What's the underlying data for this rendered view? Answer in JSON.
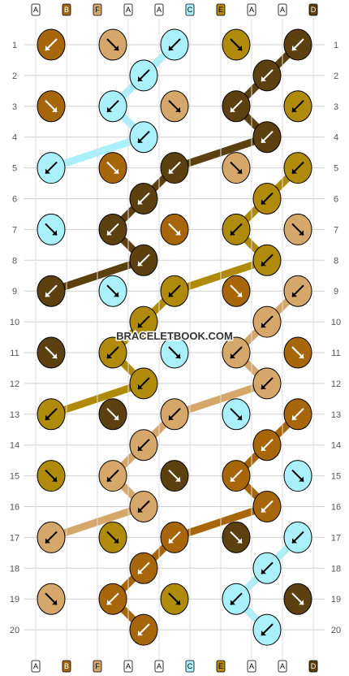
{
  "watermark": "BRACELETBOOK.COM",
  "strands": [
    "A",
    "B",
    "F",
    "A",
    "A",
    "C",
    "E",
    "A",
    "A",
    "D"
  ],
  "colors": {
    "A": "#ffffff",
    "B": "#a8660a",
    "C": "#aaf0fa",
    "D": "#5c4010",
    "E": "#b08a0a",
    "F": "#d6a76a",
    "outline": "#000000"
  },
  "rows": [
    {
      "n": 1,
      "knots": [
        {
          "c": "B",
          "d": "sw"
        },
        {
          "c": "F",
          "d": "se"
        },
        {
          "c": "C",
          "d": "sw"
        },
        {
          "c": "E",
          "d": "se"
        },
        {
          "c": "D",
          "d": "sw"
        }
      ]
    },
    {
      "n": 2,
      "knots": [
        {
          "c": "C",
          "d": "sw"
        },
        {
          "c": "D",
          "d": "sw"
        }
      ]
    },
    {
      "n": 3,
      "knots": [
        {
          "c": "B",
          "d": "se"
        },
        {
          "c": "C",
          "d": "sw"
        },
        {
          "c": "F",
          "d": "se"
        },
        {
          "c": "D",
          "d": "sw"
        },
        {
          "c": "E",
          "d": "sw"
        }
      ]
    },
    {
      "n": 4,
      "knots": [
        {
          "c": "C",
          "d": "sw"
        },
        {
          "c": "D",
          "d": "sw"
        }
      ]
    },
    {
      "n": 5,
      "knots": [
        {
          "c": "C",
          "d": "sw"
        },
        {
          "c": "B",
          "d": "se"
        },
        {
          "c": "D",
          "d": "sw"
        },
        {
          "c": "F",
          "d": "se"
        },
        {
          "c": "E",
          "d": "sw"
        }
      ]
    },
    {
      "n": 6,
      "knots": [
        {
          "c": "D",
          "d": "sw"
        },
        {
          "c": "E",
          "d": "sw"
        }
      ]
    },
    {
      "n": 7,
      "knots": [
        {
          "c": "C",
          "d": "se"
        },
        {
          "c": "D",
          "d": "sw"
        },
        {
          "c": "B",
          "d": "se"
        },
        {
          "c": "E",
          "d": "sw"
        },
        {
          "c": "F",
          "d": "se"
        }
      ]
    },
    {
      "n": 8,
      "knots": [
        {
          "c": "D",
          "d": "sw"
        },
        {
          "c": "E",
          "d": "sw"
        }
      ]
    },
    {
      "n": 9,
      "knots": [
        {
          "c": "D",
          "d": "sw"
        },
        {
          "c": "C",
          "d": "se"
        },
        {
          "c": "E",
          "d": "sw"
        },
        {
          "c": "B",
          "d": "se"
        },
        {
          "c": "F",
          "d": "sw"
        }
      ]
    },
    {
      "n": 10,
      "knots": [
        {
          "c": "E",
          "d": "sw"
        },
        {
          "c": "F",
          "d": "sw"
        }
      ]
    },
    {
      "n": 11,
      "knots": [
        {
          "c": "D",
          "d": "se"
        },
        {
          "c": "E",
          "d": "sw"
        },
        {
          "c": "C",
          "d": "se"
        },
        {
          "c": "F",
          "d": "sw"
        },
        {
          "c": "B",
          "d": "se"
        }
      ]
    },
    {
      "n": 12,
      "knots": [
        {
          "c": "E",
          "d": "sw"
        },
        {
          "c": "F",
          "d": "sw"
        }
      ]
    },
    {
      "n": 13,
      "knots": [
        {
          "c": "E",
          "d": "sw"
        },
        {
          "c": "D",
          "d": "se"
        },
        {
          "c": "F",
          "d": "sw"
        },
        {
          "c": "C",
          "d": "se"
        },
        {
          "c": "B",
          "d": "sw"
        }
      ]
    },
    {
      "n": 14,
      "knots": [
        {
          "c": "F",
          "d": "sw"
        },
        {
          "c": "B",
          "d": "sw"
        }
      ]
    },
    {
      "n": 15,
      "knots": [
        {
          "c": "E",
          "d": "se"
        },
        {
          "c": "F",
          "d": "sw"
        },
        {
          "c": "D",
          "d": "se"
        },
        {
          "c": "B",
          "d": "sw"
        },
        {
          "c": "C",
          "d": "se"
        }
      ]
    },
    {
      "n": 16,
      "knots": [
        {
          "c": "F",
          "d": "sw"
        },
        {
          "c": "B",
          "d": "sw"
        }
      ]
    },
    {
      "n": 17,
      "knots": [
        {
          "c": "F",
          "d": "sw"
        },
        {
          "c": "E",
          "d": "se"
        },
        {
          "c": "B",
          "d": "sw"
        },
        {
          "c": "D",
          "d": "se"
        },
        {
          "c": "C",
          "d": "sw"
        }
      ]
    },
    {
      "n": 18,
      "knots": [
        {
          "c": "B",
          "d": "sw"
        },
        {
          "c": "C",
          "d": "sw"
        }
      ]
    },
    {
      "n": 19,
      "knots": [
        {
          "c": "F",
          "d": "se"
        },
        {
          "c": "B",
          "d": "sw"
        },
        {
          "c": "E",
          "d": "se"
        },
        {
          "c": "C",
          "d": "sw"
        },
        {
          "c": "D",
          "d": "se"
        }
      ]
    },
    {
      "n": 20,
      "knots": [
        {
          "c": "B",
          "d": "sw"
        },
        {
          "c": "C",
          "d": "sw"
        }
      ]
    }
  ]
}
